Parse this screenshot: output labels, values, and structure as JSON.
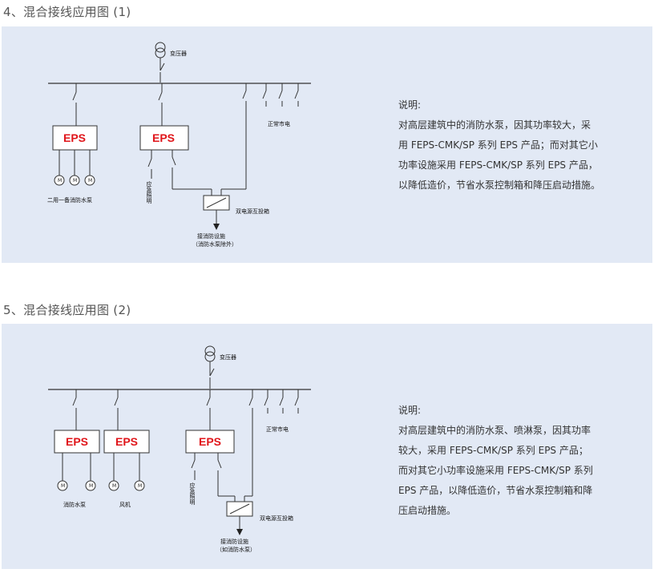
{
  "section1": {
    "heading": "4、混合接线应用图 (1)",
    "transformer_label": "变压器",
    "eps_labels": [
      "EPS",
      "EPS"
    ],
    "motor_symbol": "M",
    "mains_label": "正常市电",
    "pumps_label": "二用一备消防水泵",
    "lighting_label": "应急照明",
    "switchbox_label": "双电源互投箱",
    "fire_label_line1": "接消防设施",
    "fire_label_line2": "（消防水泵除外）",
    "notes_title": "说明:",
    "notes_lines": [
      "对高层建筑中的消防水泵，因其功率较大，采",
      "用 FEPS-CMK/SP 系列 EPS 产品；而对其它小",
      "功率设施采用 FEPS-CMK/SP 系列 EPS 产品，",
      "以降低造价，节省水泵控制箱和降压启动措施。"
    ]
  },
  "section2": {
    "heading": "5、混合接线应用图 (2)",
    "transformer_label": "变压器",
    "eps_labels": [
      "EPS",
      "EPS",
      "EPS"
    ],
    "motor_symbol": "M",
    "mains_label": "正常市电",
    "pumps_label": "消防水泵",
    "fan_label": "风机",
    "lighting_label": "应急照明",
    "switchbox_label": "双电源互投箱",
    "fire_label_line1": "接消防设施",
    "fire_label_line2": "（如消防水泵）",
    "notes_title": "说明:",
    "notes_lines": [
      "对高层建筑中的消防水泵、喷淋泵，因其功率",
      "较大，采用 FEPS-CMK/SP 系列 EPS 产品；",
      "而对其它小功率设施采用 FEPS-CMK/SP 系列",
      "EPS 产品，以降低造价，节省水泵控制箱和降",
      "压启动措施。"
    ]
  }
}
